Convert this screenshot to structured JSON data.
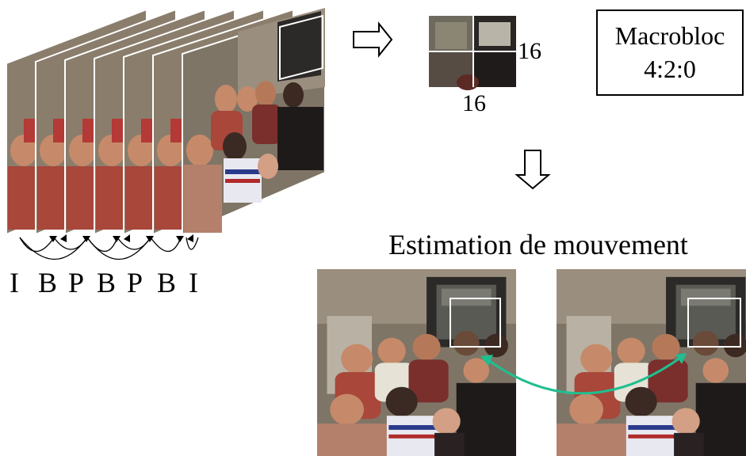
{
  "frame_types": [
    "I",
    "B",
    "P",
    "B",
    "P",
    "B",
    "I"
  ],
  "macroblock": {
    "width_label": "16",
    "height_label": "16",
    "box_line1": "Macrobloc",
    "box_line2": "4:2:0"
  },
  "motion": {
    "title": "Estimation de mouvement"
  },
  "colors": {
    "arrow": "#1fbf8f",
    "photo_wall": "#8a8070",
    "photo_dark": "#2b2420",
    "shirt_red": "#a8473a",
    "skin": "#c68a6a"
  },
  "icons": {
    "right_arrow": "hollow-right-arrow",
    "down_arrow": "hollow-down-arrow"
  }
}
